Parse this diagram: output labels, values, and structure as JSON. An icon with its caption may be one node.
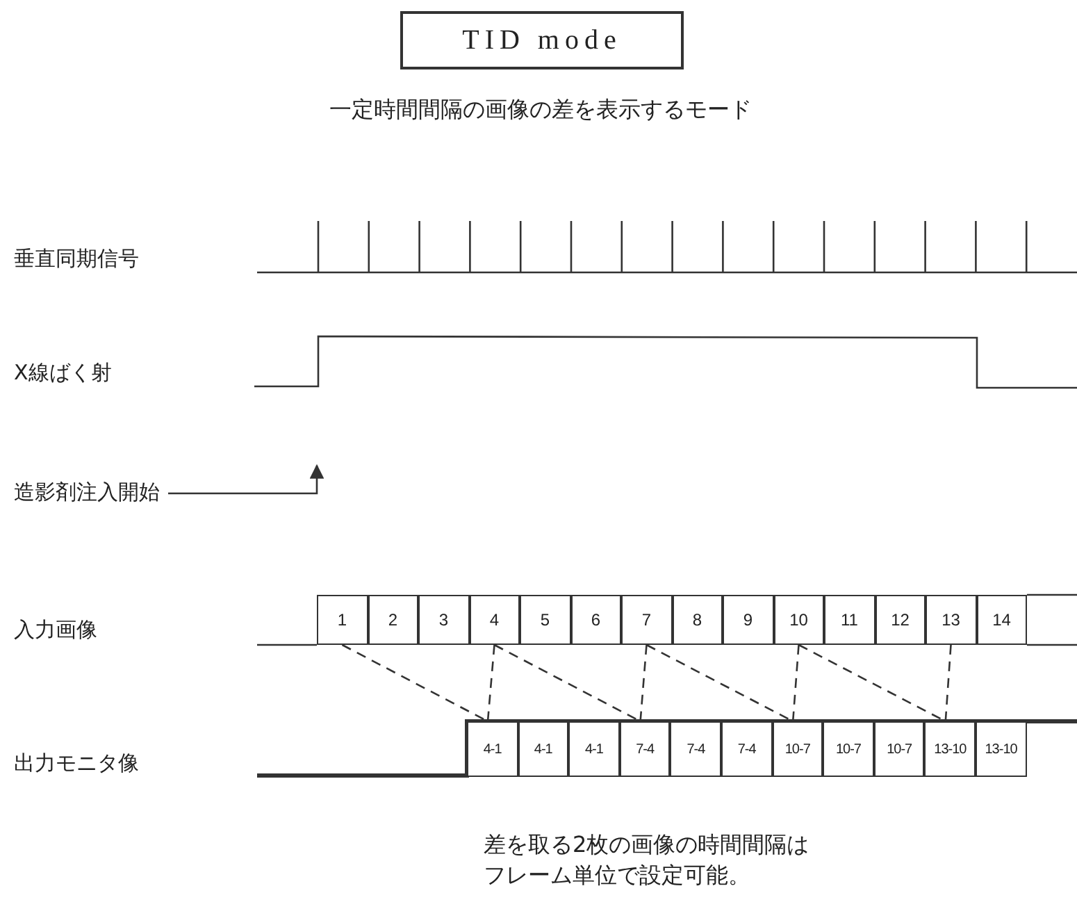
{
  "diagram": {
    "nodes": [
      {
        "text": [
          "TID mode"
        ]
      },
      {
        "text": [
          "造影剤注入開始"
        ]
      },
      {
        "text": [
          "1"
        ]
      },
      {
        "text": [
          "2"
        ]
      },
      {
        "text": [
          "3"
        ]
      },
      {
        "text": [
          "4"
        ]
      },
      {
        "text": [
          "5"
        ]
      },
      {
        "text": [
          "6"
        ]
      },
      {
        "text": [
          "7"
        ]
      },
      {
        "text": [
          "8"
        ]
      },
      {
        "text": [
          "9"
        ]
      },
      {
        "text": [
          "10"
        ]
      },
      {
        "text": [
          "11"
        ]
      },
      {
        "text": [
          "12"
        ]
      },
      {
        "text": [
          "13"
        ]
      },
      {
        "text": [
          "14"
        ]
      },
      {
        "text": [
          "4-1"
        ]
      },
      {
        "text": [
          "4-1"
        ]
      },
      {
        "text": [
          "4-1"
        ]
      },
      {
        "text": [
          "7-4"
        ]
      },
      {
        "text": [
          "7-4"
        ]
      },
      {
        "text": [
          "7-4"
        ]
      },
      {
        "text": [
          "10-7"
        ]
      },
      {
        "text": [
          "10-7"
        ]
      },
      {
        "text": [
          "10-7"
        ]
      },
      {
        "text": [
          "13-10"
        ]
      },
      {
        "text": [
          "13-10"
        ]
      }
    ],
    "edges": [
      {
        "from": 2,
        "to": 16,
        "arrow": "none",
        "style": "dashed"
      },
      {
        "from": 5,
        "to": 16,
        "arrow": "none",
        "style": "dashed"
      },
      {
        "from": 5,
        "to": 19,
        "arrow": "none",
        "style": "dashed"
      },
      {
        "from": 8,
        "to": 19,
        "arrow": "none",
        "style": "dashed"
      },
      {
        "from": 8,
        "to": 22,
        "arrow": "none",
        "style": "dashed"
      },
      {
        "from": 11,
        "to": 22,
        "arrow": "none",
        "style": "dashed"
      },
      {
        "from": 11,
        "to": 25,
        "arrow": "none",
        "style": "dashed"
      },
      {
        "from": 14,
        "to": 25,
        "arrow": "none",
        "style": "dashed"
      },
      {
        "from": 1,
        "to": null,
        "arrow": "to"
      }
    ],
    "labels": [
      "一定時間間隔の画像の差を表示するモード",
      "垂直同期信号",
      "X線ばく射",
      "入力画像",
      "出力モニタ像",
      "差を取る2枚の画像の時間間隔はフレーム単位で設定可能。"
    ]
  }
}
